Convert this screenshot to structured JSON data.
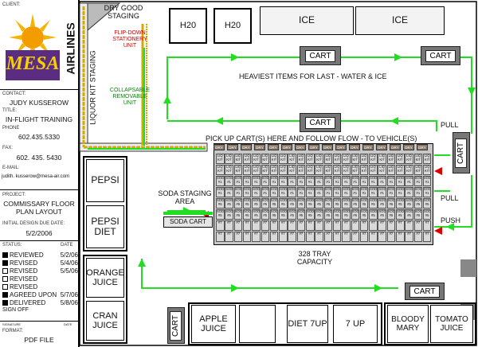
{
  "client_panel": {
    "client_label": "CLIENT:",
    "airline_name": "AIRLINES",
    "logo_text": "MESA",
    "contact_label": "CONTACT:",
    "contact": "JUDY KUSSEROW",
    "title_label": "TITLE:",
    "title": "IN-FLIGHT TRAINING",
    "phone_label": "PHONE",
    "phone": "602.435.5330",
    "fax_label": "FAX:",
    "fax": "602. 435. 5430",
    "email_label": "E-MAIL:",
    "email": "judith. kusserow@mesa-air.com",
    "project_label": "PROJECT:",
    "project": "COMMISSARY FLOOR PLAN LAYOUT",
    "due_label": "INITIAL DESIGN DUE DATE:",
    "due_date": "5/2/2006",
    "status_label": "STATUS:",
    "date_label": "DATE",
    "status": [
      {
        "label": "REVIEWED",
        "date": "5/2/06",
        "checked": true
      },
      {
        "label": "REVISED",
        "date": "5/4/06",
        "checked": true
      },
      {
        "label": "REVISED",
        "date": "5/5/06",
        "checked": false
      },
      {
        "label": "REVISED",
        "date": "",
        "checked": false
      },
      {
        "label": "REVISED",
        "date": "",
        "checked": false
      },
      {
        "label": "AGREED UPON",
        "date": "5/7/06",
        "checked": true
      },
      {
        "label": "DELIVERED",
        "date": "5/8/06",
        "checked": true
      }
    ],
    "signoff": "SIGN OFF",
    "signature_label": "SIGNATURE",
    "sig_date_label": "DATE",
    "format_label": "FORMAT:",
    "format": "PDF FILE"
  },
  "plan": {
    "dry_good_staging": "DRY GOOD STAGING",
    "flip_down": "FLIP-DOWN STATIONERY UNIT",
    "collapsable": "COLLAPSABLE REMOVABLE UNIT",
    "liquor_kit_staging": "LIQUOR KIT STAGING",
    "h2o_1": "H20",
    "h2o_2": "H20",
    "ice_1": "ICE",
    "ice_2": "ICE",
    "cart": "CART",
    "heaviest_note": "HEAVIEST ITEMS FOR LAST - WATER & ICE",
    "pickup_note": "PICK UP CART(S) HERE AND FOLLOW FLOW - TO VEHICLE(S)",
    "pull_1": "PULL",
    "pull_2": "PULL",
    "push": "PUSH",
    "soda_staging": "SODA STAGING AREA",
    "soda_cart": "SODA CART",
    "tray_capacity": "328 TRAY CAPACITY",
    "dry_label": "DRY",
    "liq_kit": "LIQ KIT",
    "soda": "SODA",
    "num_1": "#1",
    "num_5": "#5",
    "num_7": "#7",
    "pepsi": "PEPSI",
    "pepsi_diet": "PEPSI DIET",
    "orange_juice": "ORANGE JUICE",
    "cran_juice": "CRAN JUICE",
    "apple_juice": "APPLE JUICE",
    "diet_7up": "DIET 7UP",
    "seven_up": "7 UP",
    "bloody_mary": "BLOODY MARY",
    "tomato_juice": "TOMATO JUICE"
  },
  "colors": {
    "flow": "#22dd22",
    "staging": "#d4aa00",
    "arrow_red": "#dd0000"
  }
}
